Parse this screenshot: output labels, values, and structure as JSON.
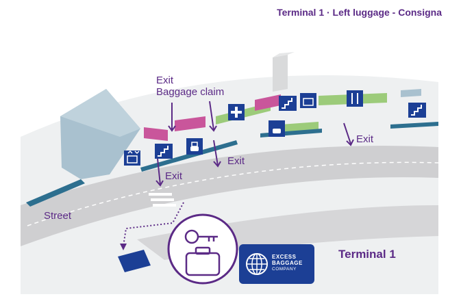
{
  "header": {
    "title": "Terminal 1 · Left luggage - Consigna"
  },
  "labels": {
    "exit": "Exit",
    "baggage_claim": "Baggage claim",
    "street": "Street",
    "terminal": "Terminal 1"
  },
  "logo": {
    "line1": "EXCESS",
    "line2": "BAGGAGE",
    "line3": "COMPANY"
  },
  "colors": {
    "accent": "#5b2a86",
    "brand": "#1c3f95",
    "road": "#cfcfd1",
    "building": "#a9c1cf",
    "green": "#9ccb7a",
    "pink": "#c9569b",
    "teal": "#2d6f8f"
  },
  "icons": [
    "elevator-icon",
    "stairs-icon",
    "taxi-icon",
    "first-aid-icon",
    "restaurant-icon",
    "luggage-key-icon",
    "globe-logo-icon"
  ]
}
